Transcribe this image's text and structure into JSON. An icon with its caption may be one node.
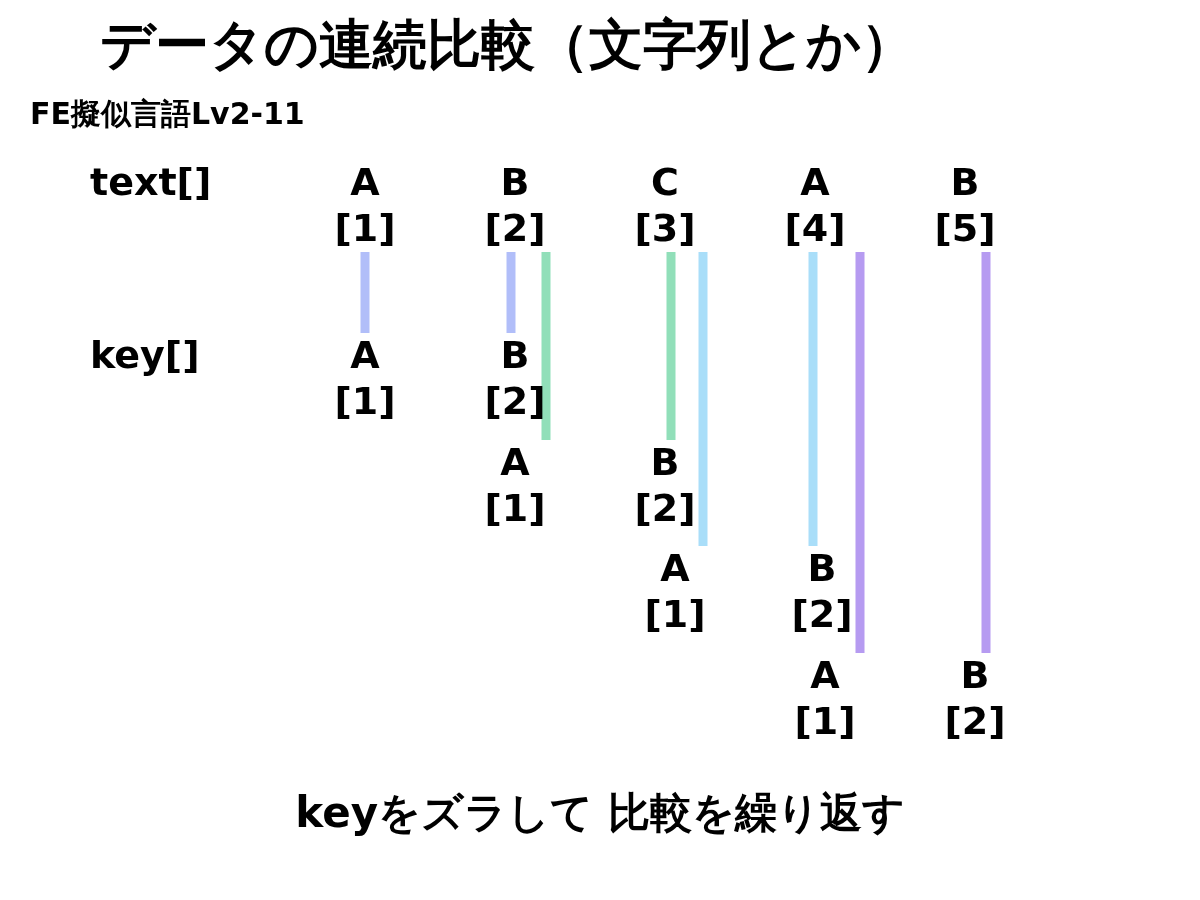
{
  "diagram": {
    "title": "データの連続比較（文字列とか）",
    "caption": "keyをズラして 比較を繰り返す",
    "labels": [
      "FE擬似言語Lv2-11",
      "text[]",
      "key[]"
    ],
    "nodes": [
      {
        "text": [
          "A",
          "[1]"
        ]
      },
      {
        "text": [
          "B",
          "[2]"
        ]
      },
      {
        "text": [
          "C",
          "[3]"
        ]
      },
      {
        "text": [
          "A",
          "[4]"
        ]
      },
      {
        "text": [
          "B",
          "[5]"
        ]
      },
      {
        "text": [
          "A",
          "[1]"
        ]
      },
      {
        "text": [
          "B",
          "[2]"
        ]
      },
      {
        "text": [
          "A",
          "[1]"
        ]
      },
      {
        "text": [
          "B",
          "[2]"
        ]
      },
      {
        "text": [
          "A",
          "[1]"
        ]
      },
      {
        "text": [
          "B",
          "[2]"
        ]
      },
      {
        "text": [
          "A",
          "[1]"
        ]
      },
      {
        "text": [
          "B",
          "[2]"
        ]
      }
    ],
    "edges": [
      {
        "from": 0,
        "to": 5,
        "arrow": "none",
        "color": "#a3b3f8"
      },
      {
        "from": 1,
        "to": 6,
        "arrow": "none",
        "color": "#a3b3f8"
      },
      {
        "from": 1,
        "to": 7,
        "arrow": "none",
        "color": "#7ed9ad"
      },
      {
        "from": 2,
        "to": 8,
        "arrow": "none",
        "color": "#7ed9ad"
      },
      {
        "from": 2,
        "to": 9,
        "arrow": "none",
        "color": "#9ad8f8"
      },
      {
        "from": 3,
        "to": 10,
        "arrow": "none",
        "color": "#9ad8f8"
      },
      {
        "from": 3,
        "to": 11,
        "arrow": "none",
        "color": "#a98aef"
      },
      {
        "from": 4,
        "to": 12,
        "arrow": "none",
        "color": "#a98aef"
      }
    ]
  }
}
